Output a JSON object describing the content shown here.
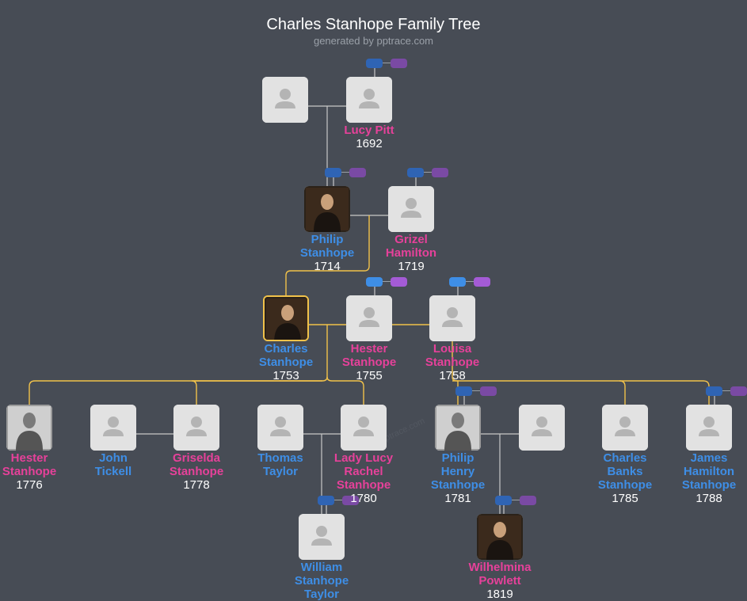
{
  "header": {
    "title": "Charles Stanhope Family Tree",
    "subtitle": "generated by pptrace.com",
    "watermark": "pptrace.com"
  },
  "colors": {
    "background": "#474c55",
    "male": "#3e8ee6",
    "female": "#e6419a",
    "line": "#c8c8c8",
    "highlight_line": "#f1c24a",
    "placeholder": "#e2e2e2"
  },
  "people": [
    {
      "id": "p_anc_father",
      "name": [],
      "year": "",
      "gender": "m",
      "icon": "person-placeholder-icon"
    },
    {
      "id": "p_lucy_pitt",
      "name": [
        "Lucy Pitt"
      ],
      "year": "1692",
      "gender": "f",
      "icon": "person-placeholder-icon"
    },
    {
      "id": "p_philip",
      "name": [
        "Philip",
        "Stanhope"
      ],
      "year": "1714",
      "gender": "m",
      "icon": "portrait-photo"
    },
    {
      "id": "p_grizel",
      "name": [
        "Grizel",
        "Hamilton"
      ],
      "year": "1719",
      "gender": "f",
      "icon": "person-placeholder-icon"
    },
    {
      "id": "p_charles",
      "name": [
        "Charles",
        "Stanhope"
      ],
      "year": "1753",
      "gender": "m",
      "icon": "portrait-photo",
      "highlight": true
    },
    {
      "id": "p_hester",
      "name": [
        "Hester",
        "Stanhope"
      ],
      "year": "1755",
      "gender": "f",
      "icon": "person-placeholder-icon"
    },
    {
      "id": "p_louisa",
      "name": [
        "Louisa",
        "Stanhope"
      ],
      "year": "1758",
      "gender": "f",
      "icon": "person-placeholder-icon"
    },
    {
      "id": "p_hester2",
      "name": [
        "Hester",
        "Stanhope"
      ],
      "year": "1776",
      "gender": "f",
      "icon": "portrait-photo"
    },
    {
      "id": "p_john",
      "name": [
        "John",
        "Tickell"
      ],
      "year": "",
      "gender": "m",
      "icon": "person-placeholder-icon"
    },
    {
      "id": "p_griselda",
      "name": [
        "Griselda",
        "Stanhope"
      ],
      "year": "1778",
      "gender": "f",
      "icon": "person-placeholder-icon"
    },
    {
      "id": "p_thomas",
      "name": [
        "Thomas",
        "Taylor"
      ],
      "year": "",
      "gender": "m",
      "icon": "person-placeholder-icon"
    },
    {
      "id": "p_lucy2",
      "name": [
        "Lady Lucy",
        "Rachel",
        "Stanhope"
      ],
      "year": "1780",
      "gender": "f",
      "icon": "person-placeholder-icon"
    },
    {
      "id": "p_philip2",
      "name": [
        "Philip",
        "Henry",
        "Stanhope"
      ],
      "year": "1781",
      "gender": "m",
      "icon": "portrait-photo"
    },
    {
      "id": "p_spouse_ph",
      "name": [],
      "year": "",
      "gender": "f",
      "icon": "person-placeholder-icon"
    },
    {
      "id": "p_charles2",
      "name": [
        "Charles",
        "Banks",
        "Stanhope"
      ],
      "year": "1785",
      "gender": "m",
      "icon": "person-placeholder-icon"
    },
    {
      "id": "p_james",
      "name": [
        "James",
        "Hamilton",
        "Stanhope"
      ],
      "year": "1788",
      "gender": "m",
      "icon": "person-placeholder-icon"
    },
    {
      "id": "p_william",
      "name": [
        "William",
        "Stanhope",
        "Taylor"
      ],
      "year": "",
      "gender": "m",
      "icon": "person-placeholder-icon"
    },
    {
      "id": "p_wilhelmina",
      "name": [
        "Wilhelmina",
        "Powlett"
      ],
      "year": "1819",
      "gender": "f",
      "icon": "portrait-photo"
    }
  ]
}
